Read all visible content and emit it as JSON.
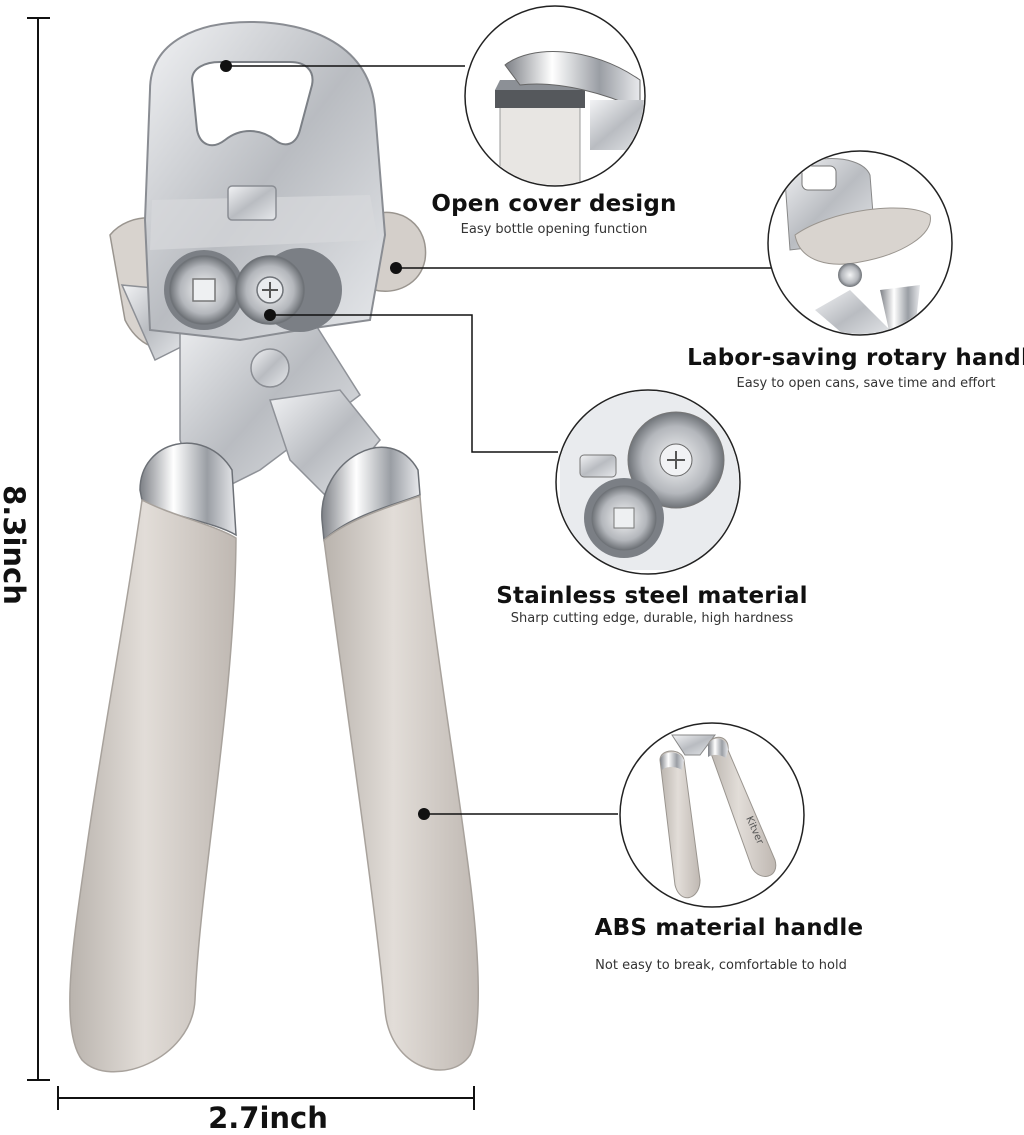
{
  "dimensions": {
    "height": "8.3inch",
    "width": "2.7inch"
  },
  "features": [
    {
      "title": "Open cover design",
      "subtitle": "Easy bottle opening function"
    },
    {
      "title": "Labor-saving rotary handle",
      "subtitle": "Easy to open cans, save time and effort"
    },
    {
      "title": "Stainless steel material",
      "subtitle": "Sharp cutting edge, durable, high hardness"
    },
    {
      "title": "ABS material handle",
      "subtitle": "Not easy to break, comfortable to hold"
    }
  ],
  "brand_mark": "Kitver",
  "colors": {
    "handle": "#d6d0ca",
    "steel": "#c9ccd0",
    "leader": "#111111"
  }
}
